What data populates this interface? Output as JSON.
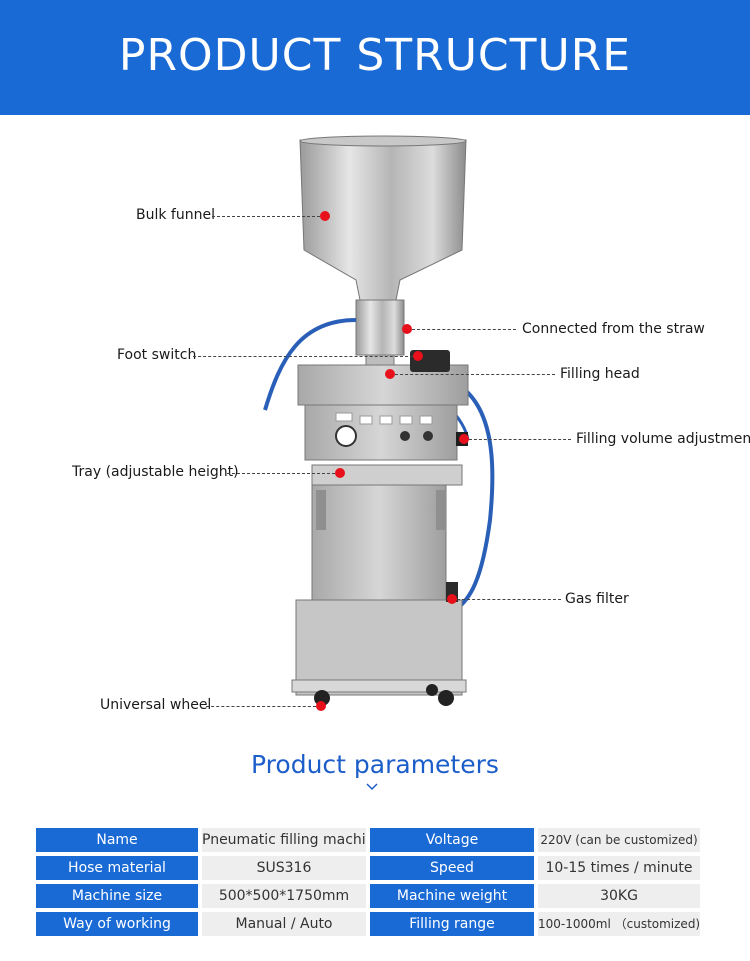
{
  "banner": {
    "title": "PRODUCT STRUCTURE"
  },
  "callouts": [
    {
      "key": "bulk_funnel",
      "label": "Bulk funnel"
    },
    {
      "key": "foot_switch",
      "label": "Foot switch"
    },
    {
      "key": "tray",
      "label": "Tray (adjustable height)"
    },
    {
      "key": "universal_wheel",
      "label": "Universal wheel"
    },
    {
      "key": "straw",
      "label": "Connected from the straw"
    },
    {
      "key": "filling_head",
      "label": "Filling head"
    },
    {
      "key": "volume_adjust",
      "label": "Filling volume adjustment"
    },
    {
      "key": "gas_filter",
      "label": "Gas filter"
    }
  ],
  "parameters": {
    "title": "Product parameters",
    "rows": [
      {
        "l1": "Name",
        "v1": "Pneumatic filling machine",
        "l2": "Voltage",
        "v2": "220V (can be customized)"
      },
      {
        "l1": "Hose material",
        "v1": "SUS316",
        "l2": "Speed",
        "v2": "10-15 times / minute"
      },
      {
        "l1": "Machine size",
        "v1": "500*500*1750mm",
        "l2": "Machine weight",
        "v2": "30KG"
      },
      {
        "l1": "Way of working",
        "v1": "Manual / Auto",
        "l2": "Filling range",
        "v2": "100-1000ml （customized)"
      }
    ]
  },
  "colors": {
    "banner": "#1a6ad6",
    "label_cell": "#1a6ad6",
    "value_cell": "#eeeeee",
    "marker": "#e8101a",
    "section_title": "#1c5ec9"
  }
}
